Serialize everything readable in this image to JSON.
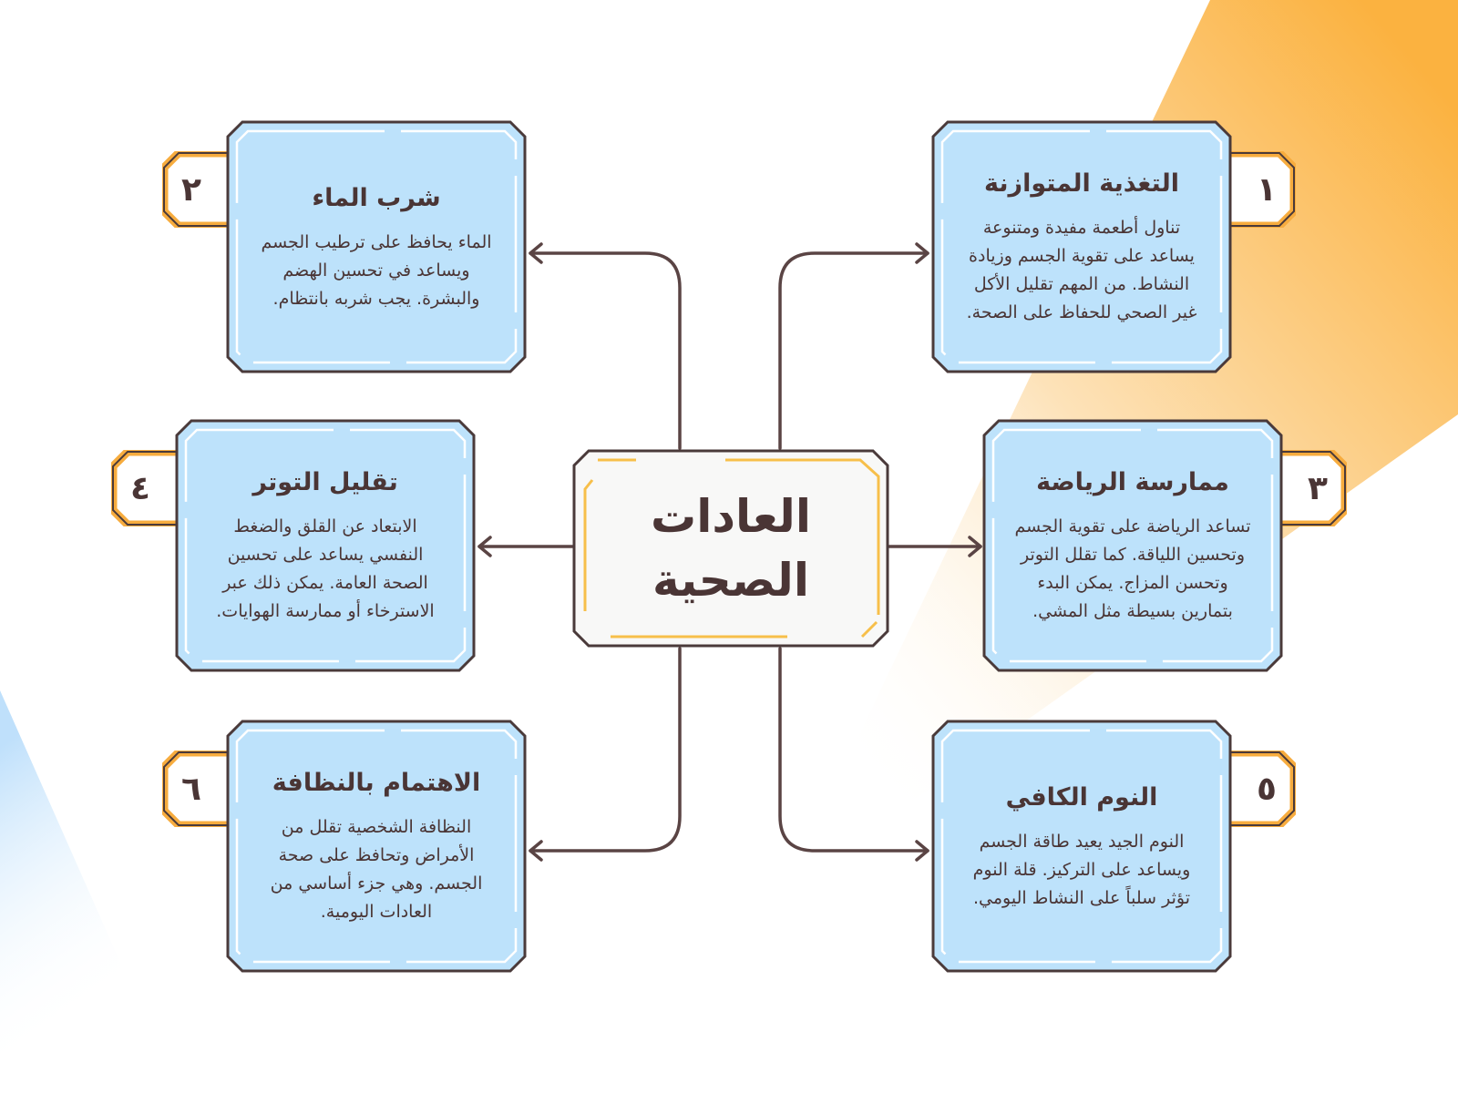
{
  "colors": {
    "card_fill": "#bde2fb",
    "card_inner_line": "#ffffff",
    "outline": "#4a3a3a",
    "tab_orange": "#f7ac3e",
    "tab_fill": "#ffffff",
    "center_fill": "#f8f8f7",
    "center_accent": "#f7bf4a",
    "connector": "#5a4444",
    "bg_orange": "#fbb240",
    "bg_blue": "#bfe0fb"
  },
  "center": {
    "title": "العادات الصحية"
  },
  "cards": [
    {
      "number": "١",
      "title": "التغذية المتوازنة",
      "description": "تناول أطعمة مفيدة ومتنوعة يساعد على تقوية الجسم وزيادة النشاط. من المهم تقليل الأكل غير الصحي للحفاظ على الصحة."
    },
    {
      "number": "٢",
      "title": "شرب الماء",
      "description": "الماء يحافظ على ترطيب الجسم ويساعد في تحسين الهضم والبشرة. يجب شربه بانتظام."
    },
    {
      "number": "٣",
      "title": "ممارسة الرياضة",
      "description": "تساعد الرياضة على تقوية الجسم وتحسين اللياقة. كما تقلل التوتر وتحسن المزاج. يمكن البدء بتمارين بسيطة مثل المشي."
    },
    {
      "number": "٤",
      "title": "تقليل التوتر",
      "description": "الابتعاد عن القلق والضغط النفسي يساعد على تحسين الصحة العامة. يمكن ذلك عبر الاسترخاء أو ممارسة الهوايات."
    },
    {
      "number": "٥",
      "title": "النوم الكافي",
      "description": "النوم الجيد يعيد طاقة الجسم ويساعد على التركيز. قلة النوم تؤثر سلباً على النشاط اليومي."
    },
    {
      "number": "٦",
      "title": "الاهتمام بالنظافة",
      "description": "النظافة الشخصية تقلل من الأمراض وتحافظ على صحة الجسم. وهي جزء أساسي من العادات اليومية."
    }
  ]
}
